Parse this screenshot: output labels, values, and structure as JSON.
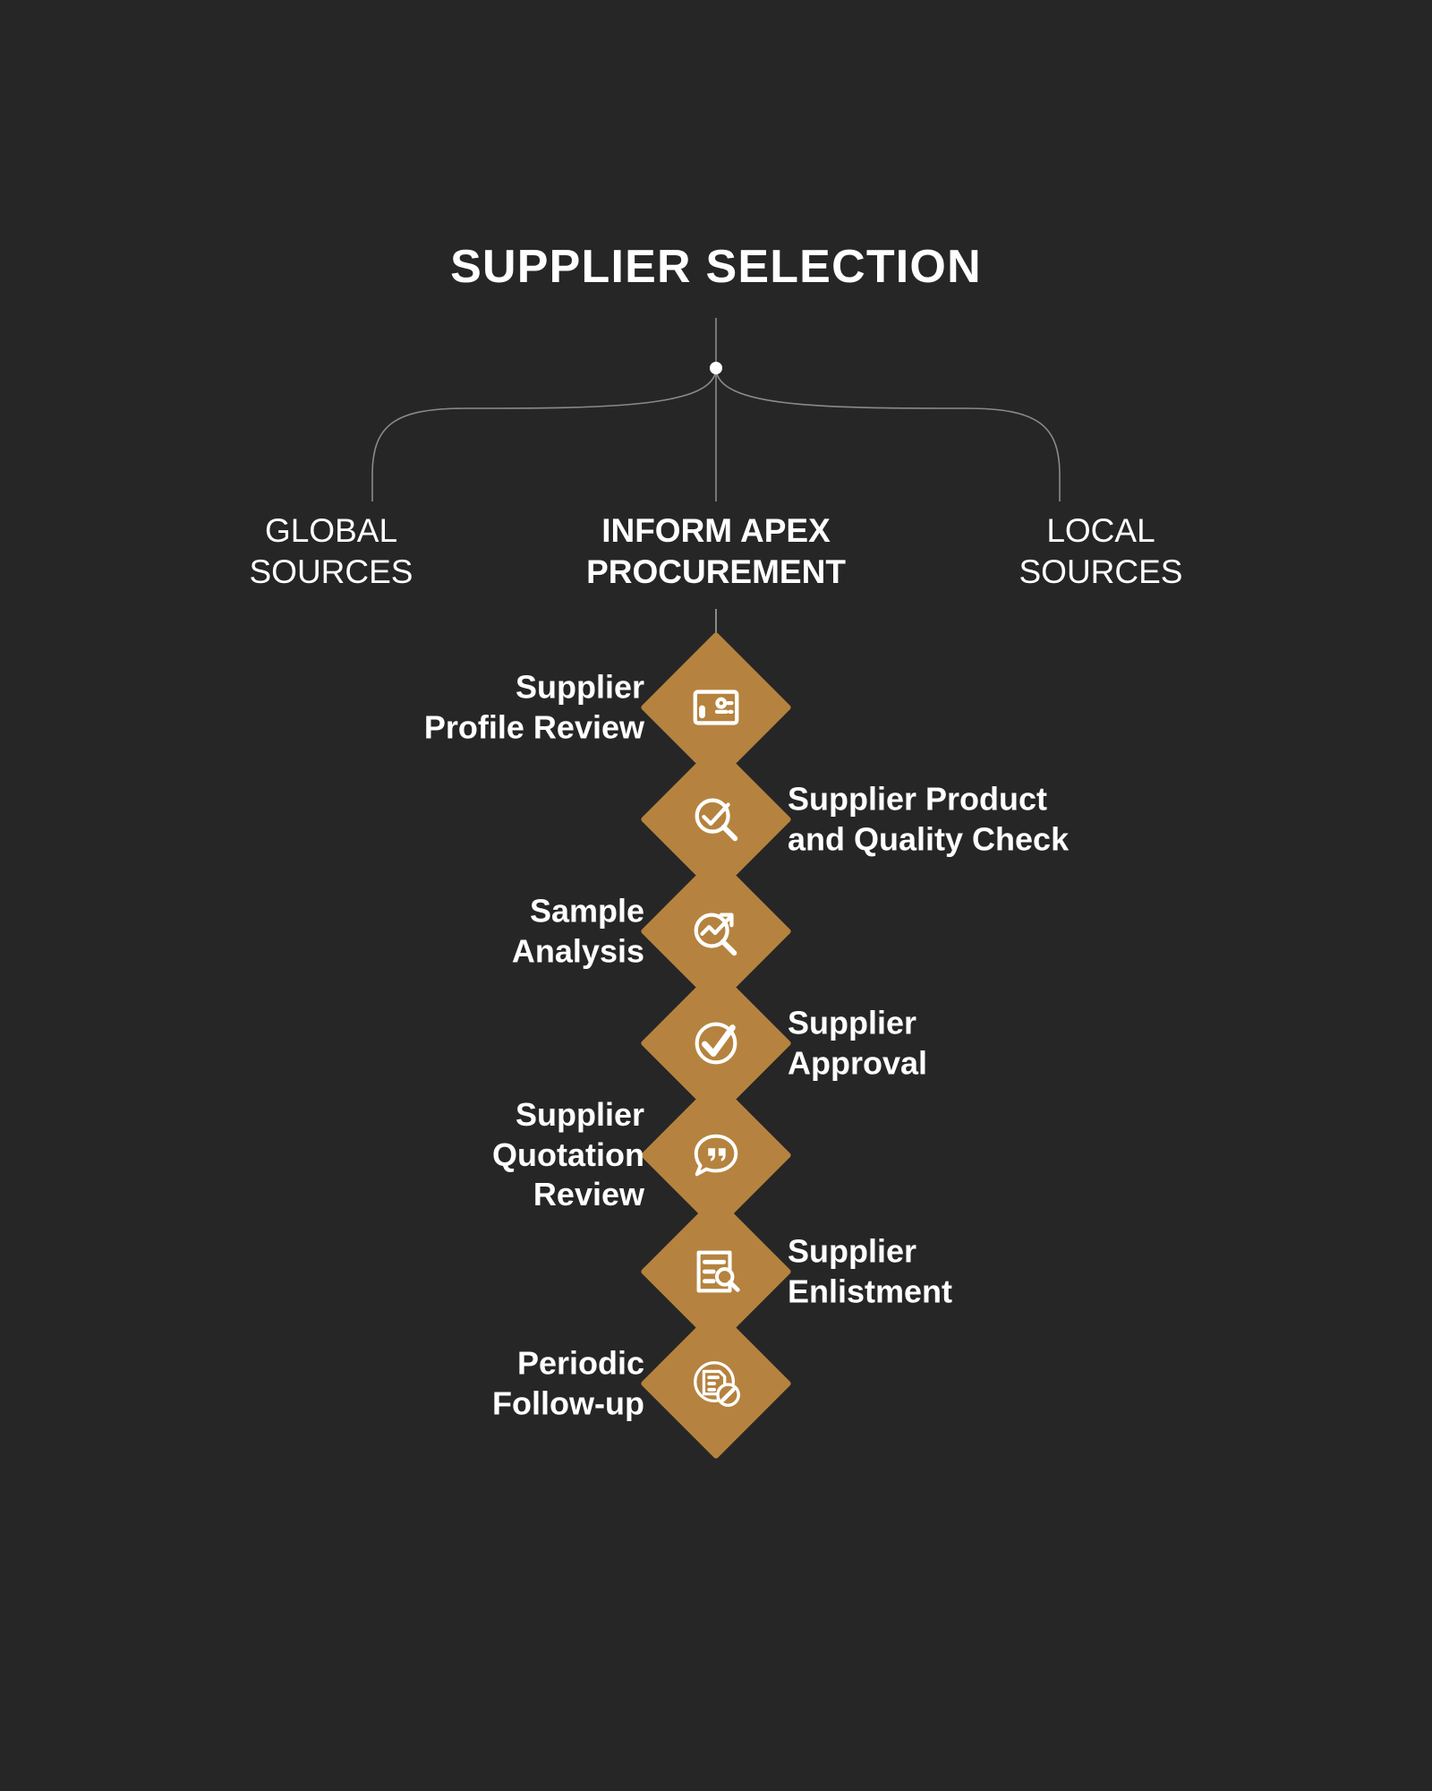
{
  "page": {
    "background_color": "#262626",
    "accent_color": "#b5833f",
    "text_color": "#ffffff",
    "connector_color": "#8a8a8a"
  },
  "header": {
    "title": "SUPPLIER SELECTION"
  },
  "branches": [
    {
      "id": "global",
      "line1": "GLOBAL",
      "line2": "SOURCES",
      "weight": "light"
    },
    {
      "id": "center",
      "line1": "INFORM APEX",
      "line2": "PROCUREMENT",
      "weight": "bold"
    },
    {
      "id": "local",
      "line1": "LOCAL",
      "line2": "SOURCES",
      "weight": "light"
    }
  ],
  "steps": [
    {
      "index": 1,
      "label": "Supplier\nProfile Review",
      "side": "left",
      "icon": "profile-card-icon"
    },
    {
      "index": 2,
      "label": "Supplier Product\nand Quality Check",
      "side": "right",
      "icon": "magnifier-check-icon"
    },
    {
      "index": 3,
      "label": "Sample\nAnalysis",
      "side": "left",
      "icon": "magnifier-trend-arrow-icon"
    },
    {
      "index": 4,
      "label": "Supplier\nApproval",
      "side": "right",
      "icon": "circle-check-icon"
    },
    {
      "index": 5,
      "label": "Supplier\nQuotation\nReview",
      "side": "left",
      "icon": "speech-bubble-quote-icon"
    },
    {
      "index": 6,
      "label": "Supplier\nEnlistment",
      "side": "right",
      "icon": "document-magnifier-icon"
    },
    {
      "index": 7,
      "label": "Periodic\nFollow-up",
      "side": "left",
      "icon": "document-pencil-circle-icon"
    }
  ]
}
